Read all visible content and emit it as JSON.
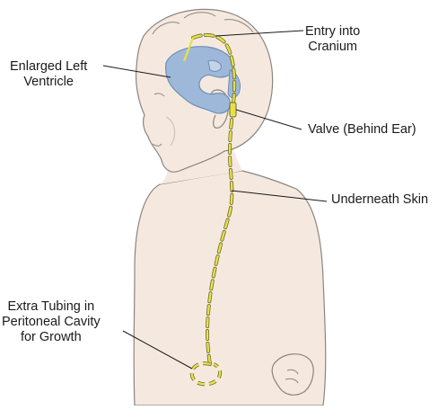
{
  "labels": {
    "entry": [
      "Entry into",
      "Cranium"
    ],
    "ventricle": [
      "Enlarged Left",
      "Ventricle"
    ],
    "valve": "Valve (Behind Ear)",
    "skin": "Underneath Skin",
    "tubing": [
      "Extra Tubing in",
      "Peritoneal Cavity",
      "for Growth"
    ]
  },
  "colors": {
    "skin": "#f5e9df",
    "skin_outline": "#8a8580",
    "ventricle": "#9db8d9",
    "ventricle_outline": "#6f8fb8",
    "tube": "#e8e04a",
    "tube_outline": "#6b6a2c",
    "valve": "#e8e04a"
  }
}
